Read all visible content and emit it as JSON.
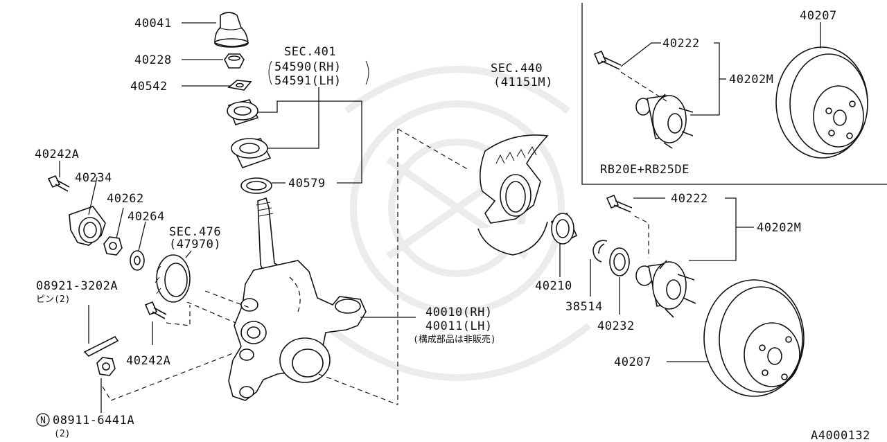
{
  "diagram": {
    "part_labels": {
      "p40041": "40041",
      "p40228": "40228",
      "p40542": "40542",
      "p40242A_top": "40242A",
      "p40234": "40234",
      "p40262": "40262",
      "p40264": "40264",
      "p08921": "08921-3202A",
      "p08921_note": "ピン(2)",
      "p40242A_bottom": "40242A",
      "p08911": "08911-6441A",
      "p08911_note": "(2)",
      "p08911_symbol": "N",
      "p40579": "40579",
      "p40010": "40010(RH)",
      "p40011": "40011(LH)",
      "p40010_note": "(構成部品は非販売)",
      "p40210": "40210",
      "p38514": "38514",
      "p40232": "40232",
      "p40222_main": "40222",
      "p40202M_main": "40202M",
      "p40207_main": "40207",
      "p40222_inset": "40222",
      "p40202M_inset": "40202M",
      "p40207_inset": "40207"
    },
    "section_refs": {
      "sec401_title": "SEC.401",
      "sec401_rh": "54590(RH)",
      "sec401_lh": "54591(LH)",
      "sec476_title": "SEC.476",
      "sec476_part": "(47970)",
      "sec440_title": "SEC.440",
      "sec440_part": "(41151M)"
    },
    "inset_label": "RB20E+RB25DE",
    "diagram_code": "A4000132"
  }
}
